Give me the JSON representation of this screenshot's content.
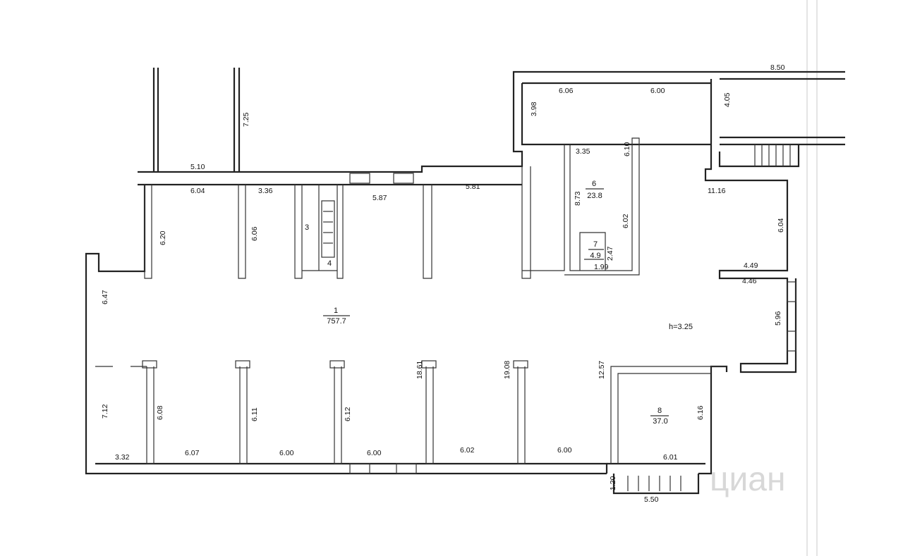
{
  "plan": {
    "rooms": [
      {
        "id": "room-1",
        "number": "1",
        "area": "757.7"
      },
      {
        "id": "room-3",
        "number": "3",
        "area": ""
      },
      {
        "id": "room-4",
        "number": "4",
        "area": ""
      },
      {
        "id": "room-6",
        "number": "6",
        "area": "23.8"
      },
      {
        "id": "room-7",
        "number": "7",
        "area": "4.9"
      },
      {
        "id": "room-8",
        "number": "8",
        "area": "37.0"
      }
    ],
    "height_label": "h=3.25",
    "dimensions": [
      "7.25",
      "5.10",
      "6.04",
      "3.36",
      "5.87",
      "5.81",
      "6.20",
      "6.06",
      "8.50",
      "6.06",
      "6.00",
      "3.98",
      "4.05",
      "3.35",
      "6.10",
      "8.73",
      "6.02",
      "2.47",
      "1.99",
      "11.16",
      "6.04",
      "4.49",
      "4.46",
      "5.96",
      "6.47",
      "7.12",
      "6.08",
      "6.11",
      "6.12",
      "18.61",
      "19.08",
      "12.57",
      "6.16",
      "3.32",
      "6.07",
      "6.00",
      "6.00",
      "6.02",
      "6.00",
      "6.01",
      "1.20",
      "5.50"
    ],
    "watermark": "циан"
  }
}
